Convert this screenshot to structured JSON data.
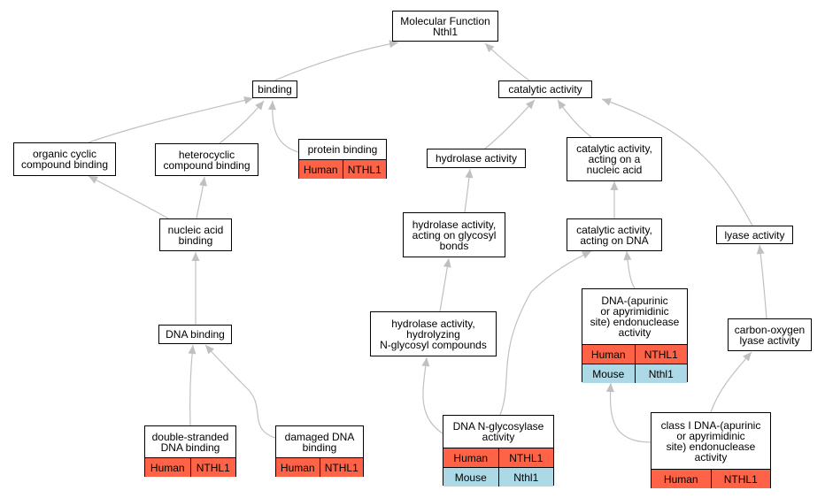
{
  "nodes": [
    {
      "id": "mf",
      "label": "Molecular Function\nNthl1",
      "rows": []
    },
    {
      "id": "binding",
      "label": "binding",
      "rows": []
    },
    {
      "id": "catalytic",
      "label": "catalytic activity",
      "rows": []
    },
    {
      "id": "organic",
      "label": "organic cyclic\ncompound binding",
      "rows": []
    },
    {
      "id": "heterocyclic",
      "label": "heterocyclic\ncompound binding",
      "rows": []
    },
    {
      "id": "protein",
      "label": "protein binding",
      "rows": [
        {
          "organism": "Human",
          "gene": "NTHL1",
          "kind": "human"
        }
      ]
    },
    {
      "id": "hydrolase",
      "label": "hydrolase activity",
      "rows": []
    },
    {
      "id": "catnuc",
      "label": "catalytic activity,\nacting on a\nnucleic acid",
      "rows": []
    },
    {
      "id": "nucleic",
      "label": "nucleic acid\nbinding",
      "rows": []
    },
    {
      "id": "hydrogly",
      "label": "hydrolase activity,\nacting on glycosyl\nbonds",
      "rows": []
    },
    {
      "id": "catdna",
      "label": "catalytic activity,\nacting on DNA",
      "rows": []
    },
    {
      "id": "lyase",
      "label": "lyase activity",
      "rows": []
    },
    {
      "id": "dnaap",
      "label": "DNA-(apurinic\nor apyrimidinic\nsite) endonuclease\nactivity",
      "rows": [
        {
          "organism": "Human",
          "gene": "NTHL1",
          "kind": "human"
        },
        {
          "organism": "Mouse",
          "gene": "Nthl1",
          "kind": "mouse"
        }
      ]
    },
    {
      "id": "dnabinding",
      "label": "DNA binding",
      "rows": []
    },
    {
      "id": "hydronglyc",
      "label": "hydrolase activity,\nhydrolyzing\nN-glycosyl compounds",
      "rows": []
    },
    {
      "id": "carbon",
      "label": "carbon-oxygen\nlyase activity",
      "rows": []
    },
    {
      "id": "dsdna",
      "label": "double-stranded\nDNA binding",
      "rows": [
        {
          "organism": "Human",
          "gene": "NTHL1",
          "kind": "human"
        }
      ]
    },
    {
      "id": "damaged",
      "label": "damaged DNA\nbinding",
      "rows": [
        {
          "organism": "Human",
          "gene": "NTHL1",
          "kind": "human"
        }
      ]
    },
    {
      "id": "dnagly",
      "label": "DNA N-glycosylase\nactivity",
      "rows": [
        {
          "organism": "Human",
          "gene": "NTHL1",
          "kind": "human"
        },
        {
          "organism": "Mouse",
          "gene": "Nthl1",
          "kind": "mouse"
        }
      ]
    },
    {
      "id": "classI",
      "label": "class I DNA-(apurinic\nor apyrimidinic\nsite) endonuclease\nactivity",
      "rows": [
        {
          "organism": "Human",
          "gene": "NTHL1",
          "kind": "human"
        }
      ]
    }
  ],
  "edges": [
    {
      "from": "binding",
      "to": "mf"
    },
    {
      "from": "catalytic",
      "to": "mf"
    },
    {
      "from": "organic",
      "to": "binding"
    },
    {
      "from": "heterocyclic",
      "to": "binding"
    },
    {
      "from": "protein",
      "to": "binding"
    },
    {
      "from": "hydrolase",
      "to": "catalytic"
    },
    {
      "from": "catnuc",
      "to": "catalytic"
    },
    {
      "from": "lyase",
      "to": "catalytic"
    },
    {
      "from": "nucleic",
      "to": "organic"
    },
    {
      "from": "nucleic",
      "to": "heterocyclic"
    },
    {
      "from": "hydrogly",
      "to": "hydrolase"
    },
    {
      "from": "catdna",
      "to": "catnuc"
    },
    {
      "from": "dnabinding",
      "to": "nucleic"
    },
    {
      "from": "hydronglyc",
      "to": "hydrogly"
    },
    {
      "from": "dnagly",
      "to": "hydronglyc"
    },
    {
      "from": "dnagly",
      "to": "catdna"
    },
    {
      "from": "dnaap",
      "to": "catdna"
    },
    {
      "from": "classI",
      "to": "dnaap"
    },
    {
      "from": "classI",
      "to": "carbon"
    },
    {
      "from": "carbon",
      "to": "lyase"
    },
    {
      "from": "dsdna",
      "to": "dnabinding"
    },
    {
      "from": "damaged",
      "to": "dnabinding"
    }
  ],
  "colors": {
    "human": "#ff6347",
    "mouse": "#add8e6",
    "edge": "#c0c0c0"
  }
}
